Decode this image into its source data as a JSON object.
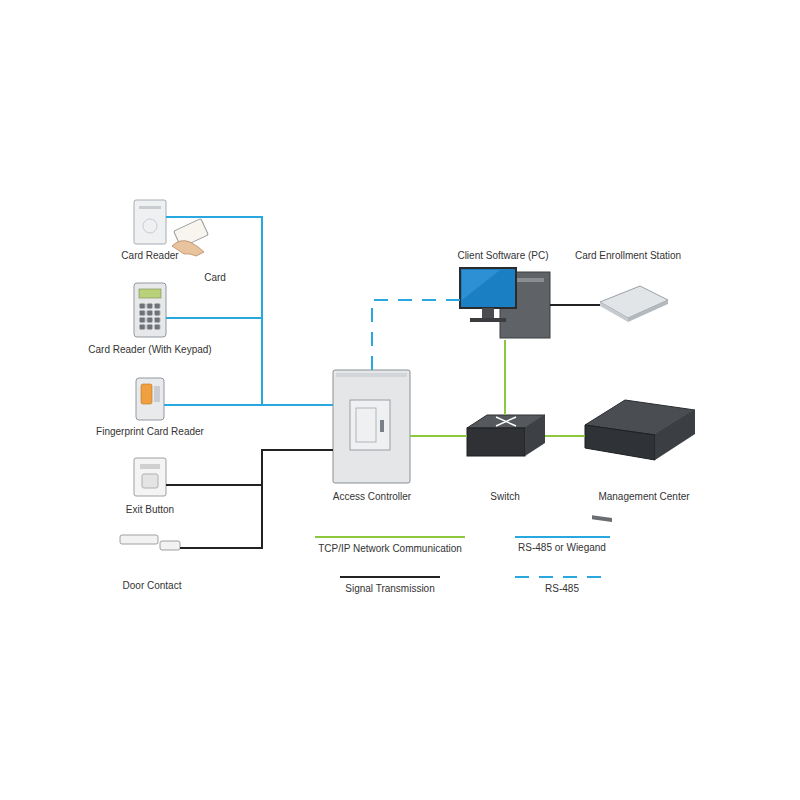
{
  "diagram": {
    "nodes": [
      {
        "text": [
          "Card Reader"
        ]
      },
      {
        "text": [
          "Card"
        ]
      },
      {
        "text": [
          "Card Reader (With Keypad)"
        ]
      },
      {
        "text": [
          "Fingerprint Card Reader"
        ]
      },
      {
        "text": [
          "Exit Button"
        ]
      },
      {
        "text": [
          "Door Contact"
        ]
      },
      {
        "text": [
          "Client Software (PC)"
        ]
      },
      {
        "text": [
          "Card Enrollment Station"
        ]
      },
      {
        "text": [
          "Access Controller"
        ]
      },
      {
        "text": [
          "Switch"
        ]
      },
      {
        "text": [
          "Management Center"
        ]
      }
    ],
    "edges": [
      {
        "from": 0,
        "to": 8,
        "arrow": "none"
      },
      {
        "from": 2,
        "to": 8,
        "arrow": "none"
      },
      {
        "from": 3,
        "to": 8,
        "arrow": "none"
      },
      {
        "from": 4,
        "to": 8,
        "arrow": "none"
      },
      {
        "from": 5,
        "to": 8,
        "arrow": "none"
      },
      {
        "from": 8,
        "to": 6,
        "arrow": "none"
      },
      {
        "from": 6,
        "to": 7,
        "arrow": "none"
      },
      {
        "from": 6,
        "to": 9,
        "arrow": "none"
      },
      {
        "from": 8,
        "to": 9,
        "arrow": "none"
      },
      {
        "from": 9,
        "to": 10,
        "arrow": "none"
      }
    ],
    "legend": [
      {
        "text": "TCP/IP Network Communication"
      },
      {
        "text": "RS-485 or Wiegand"
      },
      {
        "text": "Signal Transmission"
      },
      {
        "text": "RS-485"
      }
    ]
  }
}
